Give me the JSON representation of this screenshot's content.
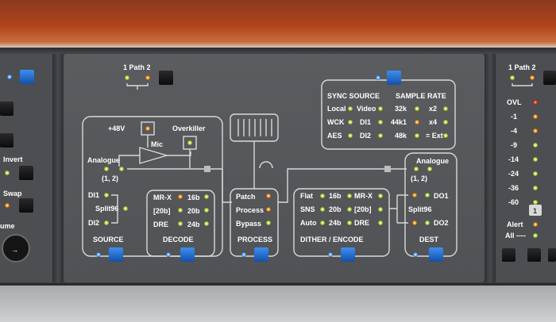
{
  "left_edge": {
    "invert": "Invert",
    "swap": "Swap",
    "volume": "ume"
  },
  "path_left": "1 Path 2",
  "path_right": "1 Path 2",
  "sync": {
    "title_source": "SYNC SOURCE",
    "title_rate": "SAMPLE RATE",
    "sources": [
      "Local",
      "WCK",
      "AES",
      "Video",
      "DI1",
      "DI2"
    ],
    "rates": [
      "32k",
      "44k1",
      "48k",
      "x2",
      "x4",
      "= Ext"
    ]
  },
  "source": {
    "title": "SOURCE",
    "phantom": "+48V",
    "mic": "Mic",
    "analogue": "Analogue",
    "analogue_ch": "(1,   2)",
    "di1": "DI1",
    "di2": "DI2",
    "split": "Split96"
  },
  "overkiller": "Overkiller",
  "decode": {
    "title": "DECODE",
    "items": [
      "MR-X",
      "[20b]",
      "DRE",
      "16b",
      "20b",
      "24b"
    ]
  },
  "process": {
    "title": "PROCESS",
    "items": [
      "Patch",
      "Process",
      "Bypass"
    ]
  },
  "dither": {
    "title": "DITHER / ENCODE",
    "items": [
      "Flat",
      "SNS",
      "Auto",
      "16b",
      "20b",
      "24b",
      "MR-X",
      "[20b]",
      "DRE"
    ]
  },
  "dest": {
    "title": "DEST",
    "analogue": "Analogue",
    "analogue_ch": "(1,   2)",
    "do1": "DO1",
    "do2": "DO2",
    "split": "Split96"
  },
  "meter": {
    "labels": [
      "OVL",
      "-1",
      "-4",
      "-9",
      "-14",
      "-24",
      "-36",
      "-60"
    ],
    "alert": "Alert",
    "all": "All ----",
    "channel": "1"
  },
  "colors": {
    "led_green": "#c8f060",
    "led_amber": "#ffb040",
    "led_red": "#ff4a30",
    "button_blue": "#1f6fd0"
  }
}
